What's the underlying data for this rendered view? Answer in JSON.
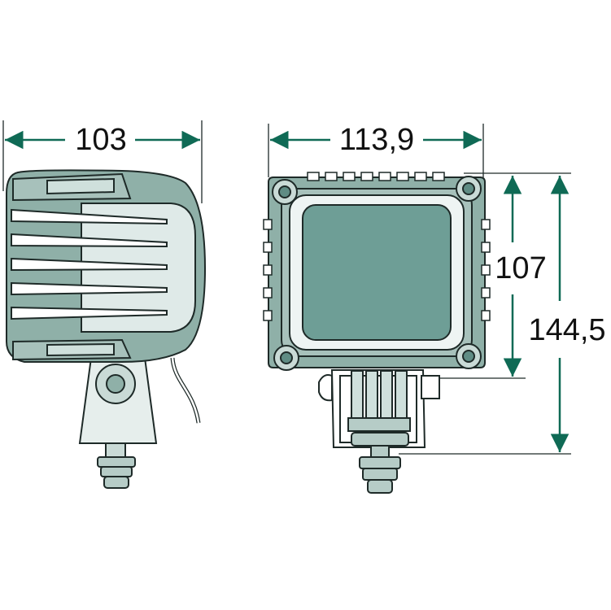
{
  "dimensions": {
    "side_width": "103",
    "front_width": "113,9",
    "lens_height": "107",
    "total_height": "144,5"
  },
  "colors": {
    "housing": "#8fb0a8",
    "housing_dark": "#5f8c84",
    "lens": "#6e9e96",
    "lens_light": "#dfeae8",
    "arrow": "#0f6a55",
    "outline": "#1e2a28"
  }
}
